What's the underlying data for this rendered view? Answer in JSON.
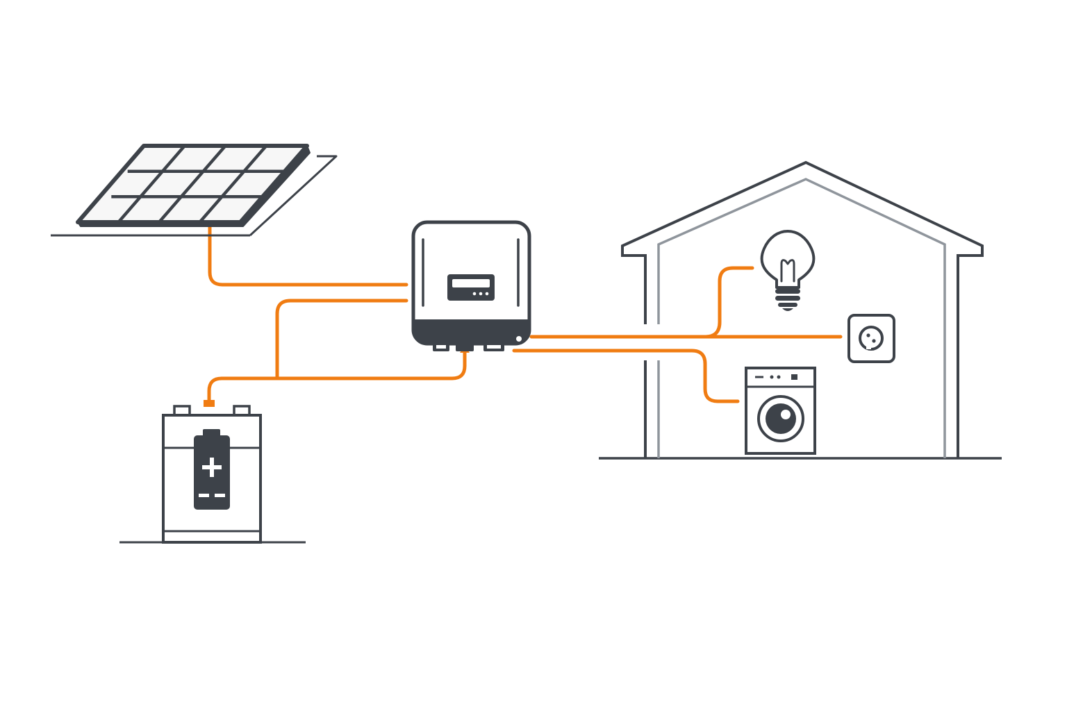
{
  "diagram": {
    "nodes": [
      {
        "id": "solar",
        "name": "solar-panel-icon"
      },
      {
        "id": "inverter",
        "name": "inverter-icon"
      },
      {
        "id": "battery",
        "name": "battery-icon"
      },
      {
        "id": "house",
        "name": "house-icon"
      },
      {
        "id": "bulb",
        "name": "light-bulb-icon"
      },
      {
        "id": "socket",
        "name": "power-socket-icon"
      },
      {
        "id": "washer",
        "name": "washing-machine-icon"
      }
    ],
    "edges": [
      {
        "from": "solar",
        "to": "inverter"
      },
      {
        "from": "battery",
        "to": "inverter"
      },
      {
        "from": "inverter",
        "to": "battery"
      },
      {
        "from": "inverter",
        "to": "bulb"
      },
      {
        "from": "inverter",
        "to": "socket"
      },
      {
        "from": "inverter",
        "to": "washer"
      }
    ]
  },
  "colors": {
    "wire": "#f07c12",
    "outline": "#3d4249",
    "house_inner": "#8f959c",
    "background": "#ffffff"
  }
}
